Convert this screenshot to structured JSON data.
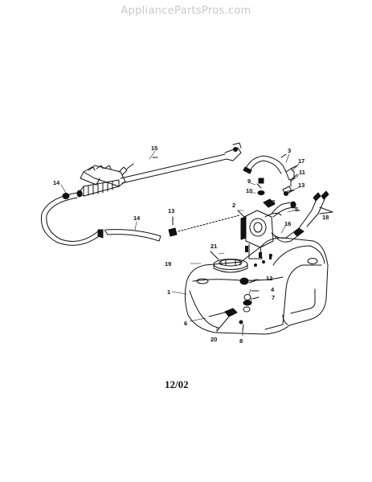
{
  "watermark": "AppliancePartsPros.com",
  "date_code": "12/02",
  "callouts": {
    "c1": "1",
    "c2": "2",
    "c3": "3",
    "c4": "4",
    "c5": "5",
    "c6": "6",
    "c7": "7",
    "c8": "8",
    "c9": "9",
    "c10": "10",
    "c11": "11",
    "c12": "12",
    "c13a": "13",
    "c13b": "13",
    "c13c": "13",
    "c14a": "14",
    "c14b": "14",
    "c15": "15",
    "c16": "16",
    "c17": "17",
    "c18": "18",
    "c19": "19",
    "c20": "20",
    "c21": "21"
  }
}
